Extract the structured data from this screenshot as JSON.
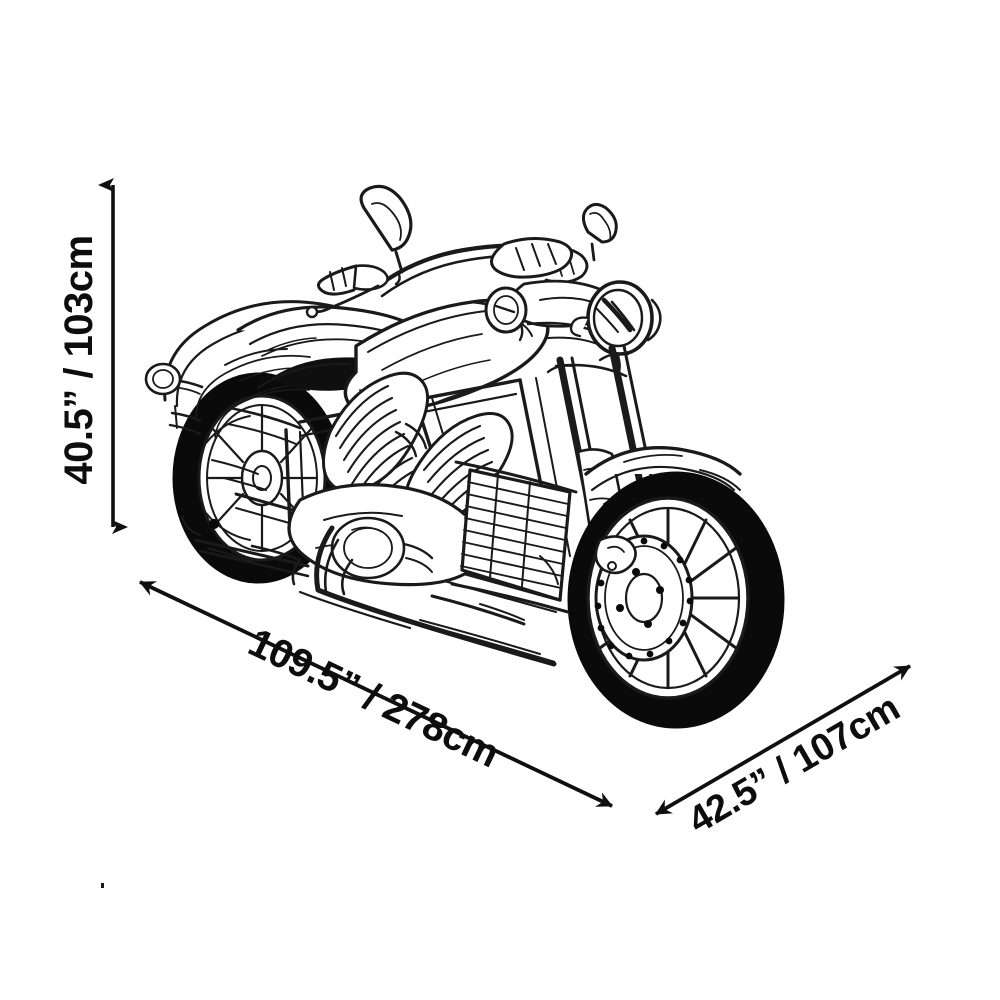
{
  "diagram": {
    "title": "Motorcycle Dimensions Diagram",
    "subject": "motorcycle",
    "background_color": "#ffffff",
    "line_color": "#1a1a1a",
    "text_color": "#0d0d0d",
    "view": "three-quarter front-right perspective line art"
  },
  "dimensions": {
    "height": {
      "label": "40.5” / 103cm",
      "inches": "40.5”",
      "metric": "103cm",
      "axis": "height",
      "orientation": "vertical",
      "arrow": "double-headed"
    },
    "length": {
      "label": "109.5” / 278cm",
      "inches": "109.5”",
      "metric": "278cm",
      "axis": "length",
      "orientation": "diagonal-down-right",
      "arrow": "double-headed"
    },
    "width": {
      "label": "42.5” / 107cm",
      "inches": "42.5”",
      "metric": "107cm",
      "axis": "width",
      "orientation": "diagonal-up-right",
      "arrow": "double-headed"
    }
  },
  "motorcycle_parts": {
    "front_wheel": "front-wheel",
    "rear_wheel": "rear-wheel",
    "brake_disc": "perforated-front-brake-disc",
    "headlight": "round-headlight",
    "mirrors": "handlebar-mirrors",
    "handlebar": "handlebar",
    "fuel_tank": "fuel-tank",
    "seat": "seat",
    "engine": "v-twin-engine",
    "radiator": "radiator-grille",
    "exhaust": "exhaust-pipe",
    "front_fender": "front-fender",
    "rear_fender": "rear-fender",
    "front_forks": "front-forks",
    "swingarm": "swingarm"
  }
}
